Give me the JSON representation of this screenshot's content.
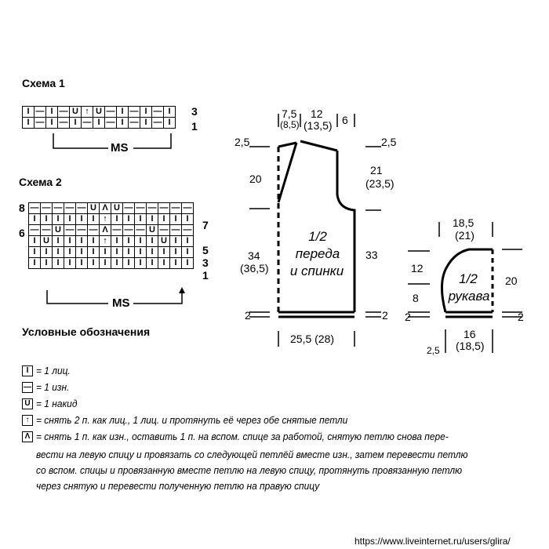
{
  "scheme1": {
    "title": "Схема 1",
    "rows": [
      {
        "number": "3",
        "cells": [
          "I",
          "—",
          "I",
          "—",
          "U",
          "↑",
          "U",
          "—",
          "I",
          "—",
          "I",
          "—",
          "I"
        ]
      },
      {
        "number": "1",
        "cells": [
          "I",
          "—",
          "I",
          "—",
          "I",
          "—",
          "I",
          "—",
          "I",
          "—",
          "I",
          "—",
          "I"
        ]
      }
    ],
    "ms_label": "MS"
  },
  "scheme2": {
    "title": "Схема 2",
    "rows": [
      {
        "left": "8",
        "right": "",
        "cells": [
          "—",
          "—",
          "—",
          "—",
          "—",
          "U",
          "Λ",
          "U",
          "—",
          "—",
          "—",
          "—",
          "—",
          "—"
        ]
      },
      {
        "left": "",
        "right": "7",
        "cells": [
          "I",
          "I",
          "I",
          "I",
          "I",
          "I",
          "↑",
          "I",
          "I",
          "I",
          "I",
          "I",
          "I",
          "I"
        ]
      },
      {
        "left": "6",
        "right": "",
        "cells": [
          "—",
          "—",
          "U",
          "—",
          "—",
          "—",
          "Λ",
          "—",
          "—",
          "—",
          "U",
          "—",
          "—",
          "—"
        ]
      },
      {
        "left": "",
        "right": "5",
        "cells": [
          "I",
          "U",
          "I",
          "I",
          "I",
          "I",
          "↑",
          "I",
          "I",
          "I",
          "I",
          "U",
          "I",
          "I"
        ]
      },
      {
        "left": "",
        "right": "3",
        "cells": [
          "I",
          "I",
          "I",
          "I",
          "I",
          "I",
          "I",
          "I",
          "I",
          "I",
          "I",
          "I",
          "I",
          "I"
        ]
      },
      {
        "left": "",
        "right": "1",
        "cells": [
          "I",
          "I",
          "I",
          "I",
          "I",
          "I",
          "I",
          "I",
          "I",
          "I",
          "I",
          "I",
          "I",
          "I"
        ]
      }
    ],
    "ms_label": "MS"
  },
  "legend": {
    "title": "Условные обозначения",
    "items": [
      {
        "symbol": "I",
        "text": "= 1 лиц."
      },
      {
        "symbol": "—",
        "text": "= 1 изн."
      },
      {
        "symbol": "U",
        "text": "= 1 накид"
      },
      {
        "symbol": "↑",
        "text": "= снять 2 п. как лиц., 1 лиц. и протянуть её через обе снятые петли"
      },
      {
        "symbol": "Λ",
        "text": "= снять 1 п. как изн., оставить 1 п. на вспом. спице за работой, снятую петлю снова пере-"
      }
    ],
    "continuation": [
      "вести на левую спицу и провязать со следующей петлёй вместе изн., затем перевести петлю",
      "со вспом. спицы и провязанную вместе петлю на левую спицу, протянуть провязанную петлю",
      "через снятую и перевести полученную петлю на правую спицу"
    ]
  },
  "body_pattern": {
    "label_line1": "1/2",
    "label_line2": "переда",
    "label_line3": "и спинки",
    "top_dims": [
      "7,5",
      "12",
      "6"
    ],
    "top_dims_alt": [
      "(8,5)",
      "(13,5)"
    ],
    "left_top": "2,5",
    "right_top": "2,5",
    "armhole_left": "20",
    "armhole_right": "21",
    "armhole_right_alt": "(23,5)",
    "side_left": "34",
    "side_left_alt": "(36,5)",
    "side_right": "33",
    "bottom_left": "2",
    "bottom_right": "2",
    "width": "25,5 (28)"
  },
  "sleeve_pattern": {
    "label_line1": "1/2",
    "label_line2": "рукава",
    "top_width": "18,5",
    "top_width_alt": "(21)",
    "left_cap": "12",
    "left_lower": "8",
    "right_height": "20",
    "bottom_left": "2",
    "bottom_right": "2",
    "cuff_left": "2,5",
    "width": "16",
    "width_alt": "(18,5)"
  },
  "watermark": "https://www.liveinternet.ru/users/glira/"
}
